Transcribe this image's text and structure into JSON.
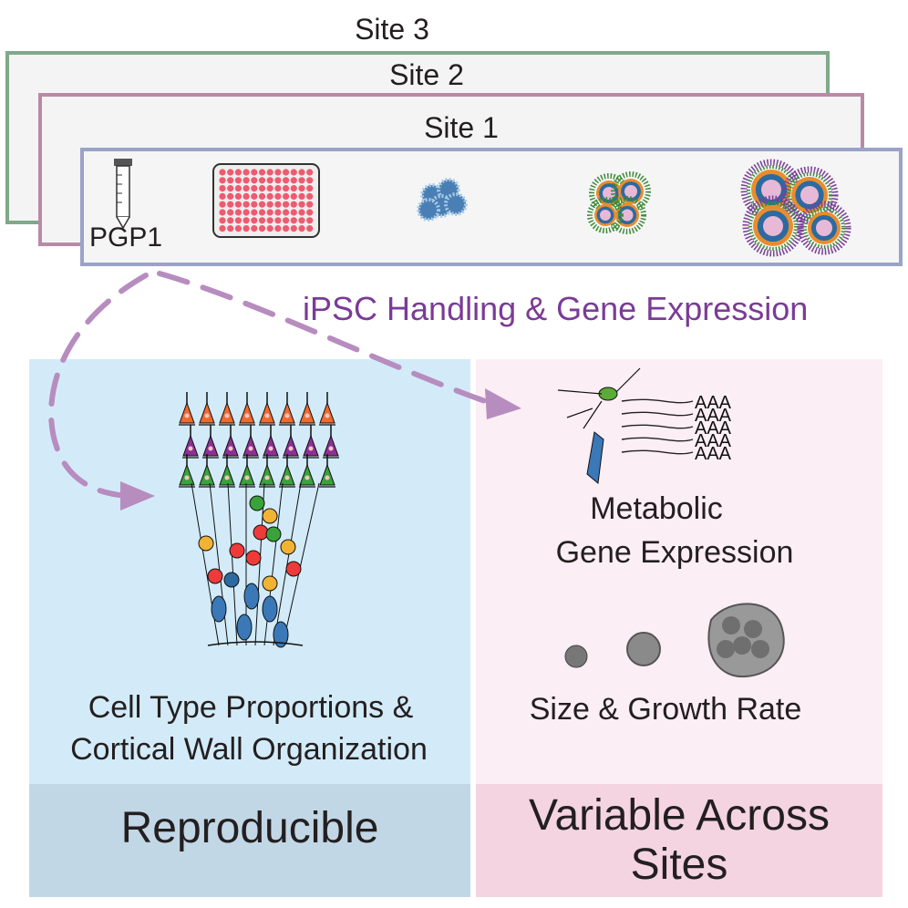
{
  "sites": {
    "site3": {
      "label": "Site 3",
      "color": "#7fa98a"
    },
    "site2": {
      "label": "Site 2",
      "color": "#b88aa6"
    },
    "site1": {
      "label": "Site 1",
      "color": "#9aa3c8"
    }
  },
  "pipeline": {
    "cell_line_label": "PGP1",
    "steps": [
      "cell-line-tube",
      "well-plate",
      "embryoid-body",
      "early-organoid",
      "mature-organoid"
    ]
  },
  "flow_label": {
    "text": "iPSC Handling & Gene Expression",
    "color": "#7a3b96"
  },
  "arrow_color": "#b78cbf",
  "left_panel": {
    "color": "#d3ebf8",
    "caption_line1": "Cell Type Proportions &",
    "caption_line2": "Cortical Wall Organization",
    "footer_label": "Reproducible",
    "footer_color": "#c2d7e6"
  },
  "right_panel": {
    "color": "#fbeef4",
    "metabolic_line1": "Metabolic",
    "metabolic_line2": "Gene Expression",
    "polya_text": "AAA",
    "size_label": "Size & Growth Rate",
    "footer_line1": "Variable Across",
    "footer_line2": "Sites",
    "footer_color": "#f5d4e2"
  }
}
